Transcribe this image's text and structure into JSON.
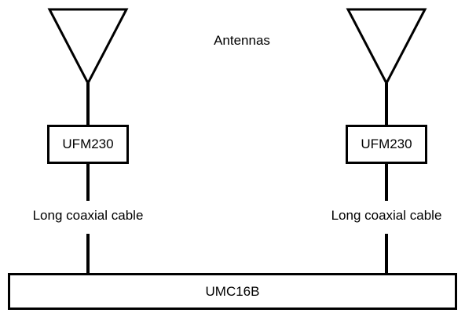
{
  "diagram": {
    "antennas_label": "Antennas",
    "left_chain": {
      "module_label": "UFM230",
      "cable_label": "Long coaxial cable"
    },
    "right_chain": {
      "module_label": "UFM230",
      "cable_label": "Long coaxial cable"
    },
    "receiver_label": "UMC16B"
  },
  "colors": {
    "stroke": "#000000",
    "background": "#ffffff"
  }
}
